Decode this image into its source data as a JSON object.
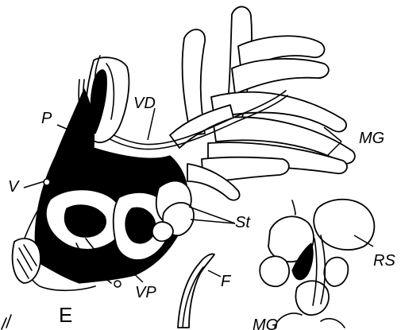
{
  "figure": {
    "panel_label": "E",
    "labels": {
      "vd": "VD",
      "p": "P",
      "mg": "MG",
      "v": "V",
      "st": "St",
      "rs": "RS",
      "vp": "VP",
      "f": "F",
      "mg_partial": "MG"
    }
  }
}
